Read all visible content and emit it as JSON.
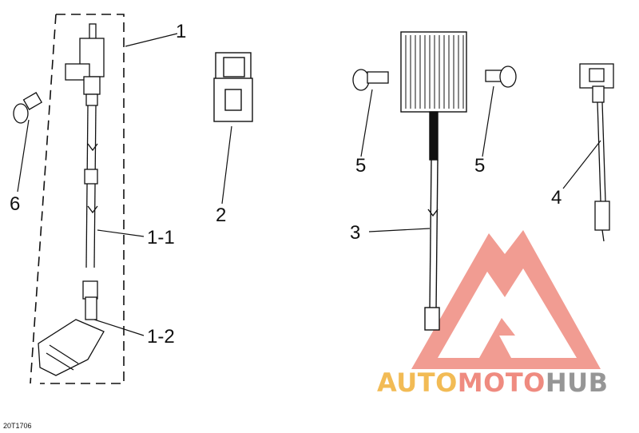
{
  "callouts": {
    "c1": "1",
    "c1_1": "1-1",
    "c1_2": "1-2",
    "c2": "2",
    "c3": "3",
    "c4": "4",
    "c5a": "5",
    "c5b": "5",
    "c6": "6"
  },
  "figure_code": "20T1706",
  "watermark": {
    "part1": "AUTO",
    "part2": "MOTO",
    "part3": "HUB",
    "colors": {
      "auto": "#f2bb55",
      "moto": "#ef8b80",
      "hub": "#969696",
      "triangle": "#ef8b80"
    }
  }
}
